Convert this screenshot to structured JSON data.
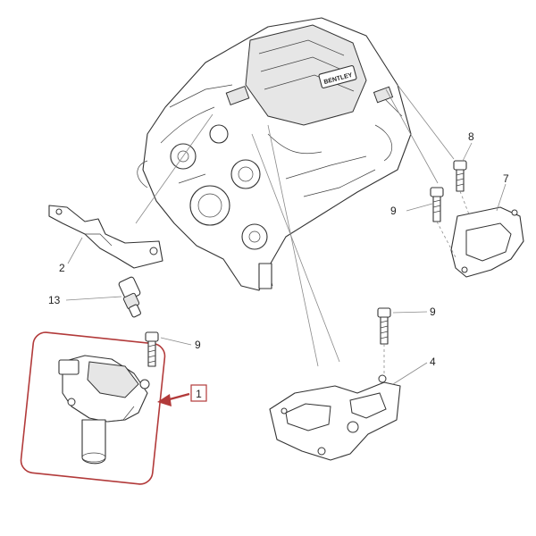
{
  "engine": {
    "badge_text": "BENTLEY"
  },
  "callouts": [
    {
      "id": "c1",
      "text": "1"
    },
    {
      "id": "c2",
      "text": "2"
    },
    {
      "id": "c4",
      "text": "4"
    },
    {
      "id": "c7",
      "text": "7"
    },
    {
      "id": "c8",
      "text": "8"
    },
    {
      "id": "c9a",
      "text": "9"
    },
    {
      "id": "c9b",
      "text": "9"
    },
    {
      "id": "c9c",
      "text": "9"
    },
    {
      "id": "c13",
      "text": "13"
    }
  ],
  "colors": {
    "highlight_frame": "#b23a3a",
    "highlight_arrow": "#b23a3a"
  }
}
